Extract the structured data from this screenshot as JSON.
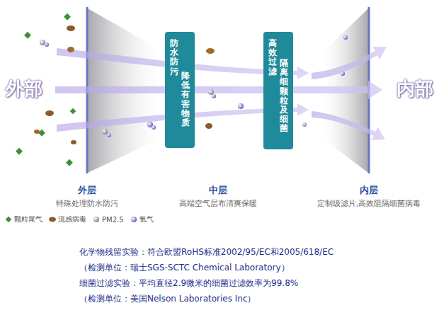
{
  "diagram": {
    "nodes": [
      {
        "text": [
          "防水防污",
          "降低有害物质"
        ]
      },
      {
        "text": [
          "高效过滤",
          "隔离细颗粒及细菌"
        ]
      }
    ],
    "labels": [
      "外部",
      "内部",
      "外层",
      "特殊处理防水防污",
      "中层",
      "高端空气层布清爽保暖",
      "内层",
      "定制级滤片,高效阻隔细菌病毒",
      "化学物残留实验：符合欧盟RoHS标准2002/95/EC和2005/618/EC",
      "（检测单位：瑞士SGS-SCTC Chemical Laboratory）",
      "细菌过滤实验：平均直径2.9微米的细菌过滤效率为99.8%",
      "（检测单位：美国Nelson Laboratories Inc）"
    ],
    "legend": [
      {
        "text": "颗粒尾气"
      },
      {
        "text": "流感病毒"
      },
      {
        "text": "PM2.5"
      },
      {
        "text": "氧气"
      }
    ]
  }
}
